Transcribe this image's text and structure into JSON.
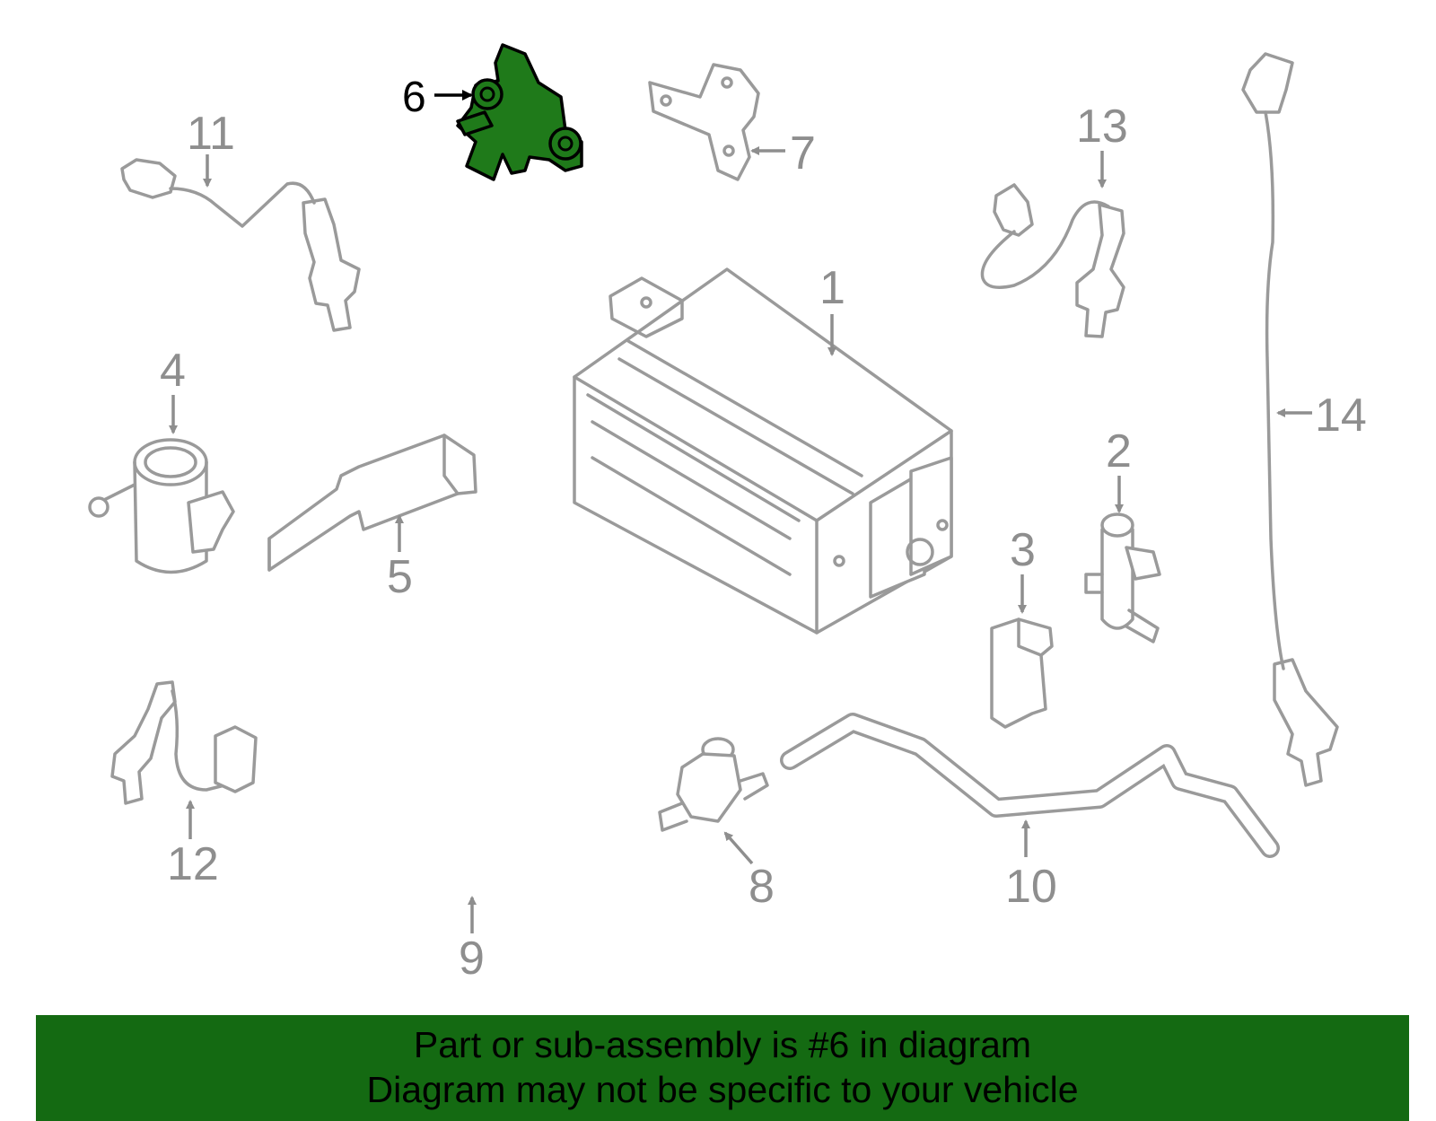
{
  "callouts": {
    "c1": "1",
    "c2": "2",
    "c3": "3",
    "c4": "4",
    "c5": "5",
    "c6": "6",
    "c7": "7",
    "c8": "8",
    "c9": "9",
    "c10": "10",
    "c11": "11",
    "c12": "12",
    "c13": "13",
    "c14": "14"
  },
  "highlighted_part": "6",
  "banner": {
    "line1": "Part or sub-assembly is #6 in diagram",
    "line2": "Diagram may not be specific to your vehicle"
  },
  "colors": {
    "highlight": "#1f7a1a",
    "banner": "#146a12",
    "part_line": "#9a9a9a"
  }
}
